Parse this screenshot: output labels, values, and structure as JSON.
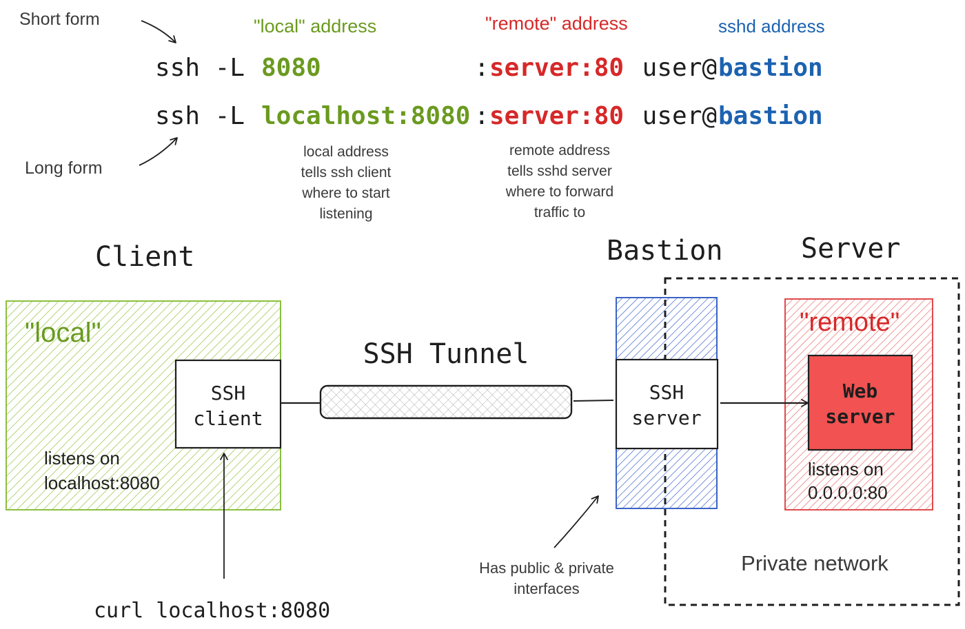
{
  "annotations": {
    "short_form": "Short form",
    "long_form": "Long form",
    "local_address_header": "\"local\" address",
    "remote_address_header": "\"remote\" address",
    "sshd_address_header": "sshd address",
    "local_note": [
      "local address",
      "tells ssh client",
      "where to start",
      "listening"
    ],
    "remote_note": [
      "remote address",
      "tells sshd server",
      "where to forward",
      "traffic to"
    ]
  },
  "commands": {
    "short": {
      "prefix": "ssh -L ",
      "local": "8080",
      "sep": ":",
      "remote": "server:80",
      "user": " user@",
      "host": "bastion"
    },
    "long": {
      "prefix": "ssh -L ",
      "local": "localhost:8080",
      "sep": ":",
      "remote": "server:80",
      "user": " user@",
      "host": "bastion"
    }
  },
  "diagram": {
    "client_title": "Client",
    "bastion_title": "Bastion",
    "server_title": "Server",
    "local_zone_label": "\"local\"",
    "remote_zone_label": "\"remote\"",
    "ssh_client": [
      "SSH",
      "client"
    ],
    "ssh_server": [
      "SSH",
      "server"
    ],
    "web_server": [
      "Web",
      "server"
    ],
    "tunnel_label": "SSH Tunnel",
    "client_listens": [
      "listens on",
      "localhost:8080"
    ],
    "web_listens": [
      "listens on",
      "0.0.0.0:80"
    ],
    "private_network": "Private network",
    "bastion_note": [
      "Has public & private",
      "interfaces"
    ],
    "curl_command": "curl localhost:8080"
  },
  "colors": {
    "local": "#6a9a1f",
    "local_fill": "#b2d96b",
    "remote": "#d62828",
    "remote_fill": "#f25252",
    "sshd": "#1c62b0",
    "bastion_fill": "#5b7fd6",
    "ink": "#1e1e1e",
    "note": "#3a3a3a"
  }
}
